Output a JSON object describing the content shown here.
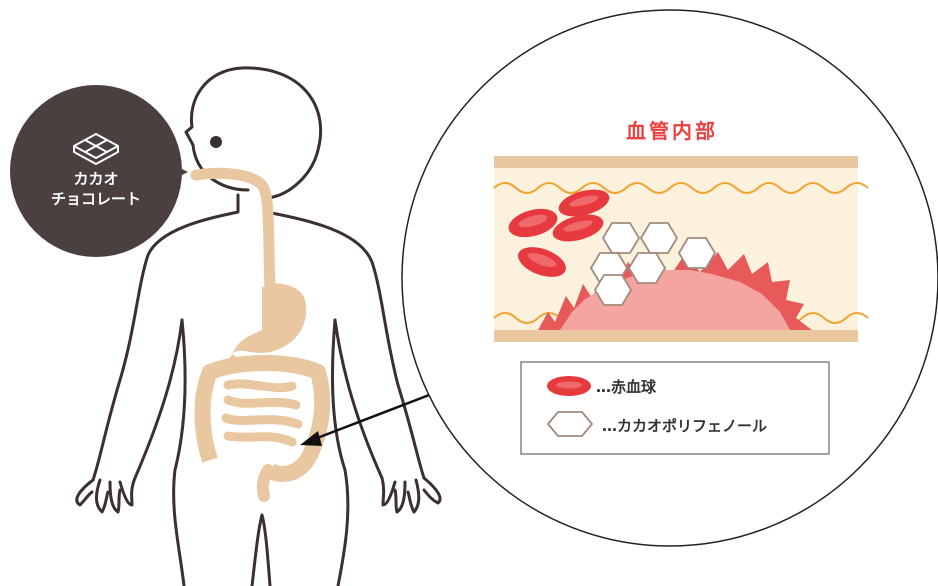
{
  "speech_bubble": {
    "line1": "カカオ",
    "line2": "チョコレート",
    "icon": "chocolate-bar-icon",
    "color": "#4a4040"
  },
  "zoom_view": {
    "title": "血管内部",
    "legend": [
      {
        "icon": "red-blood-cell-icon",
        "label": "…赤血球"
      },
      {
        "icon": "hexagon-icon",
        "label": "…カカオポリフェノール"
      }
    ]
  },
  "colors": {
    "outline": "#3b3030",
    "digestive_tract": "#e9c7a0",
    "vessel_wall": "#e9c7a0",
    "vessel_lumen": "#fbf1dc",
    "wave": "#f0a330",
    "red_cell": "#e63a3f",
    "plaque": "#f08a86",
    "title": "#e8413f"
  }
}
